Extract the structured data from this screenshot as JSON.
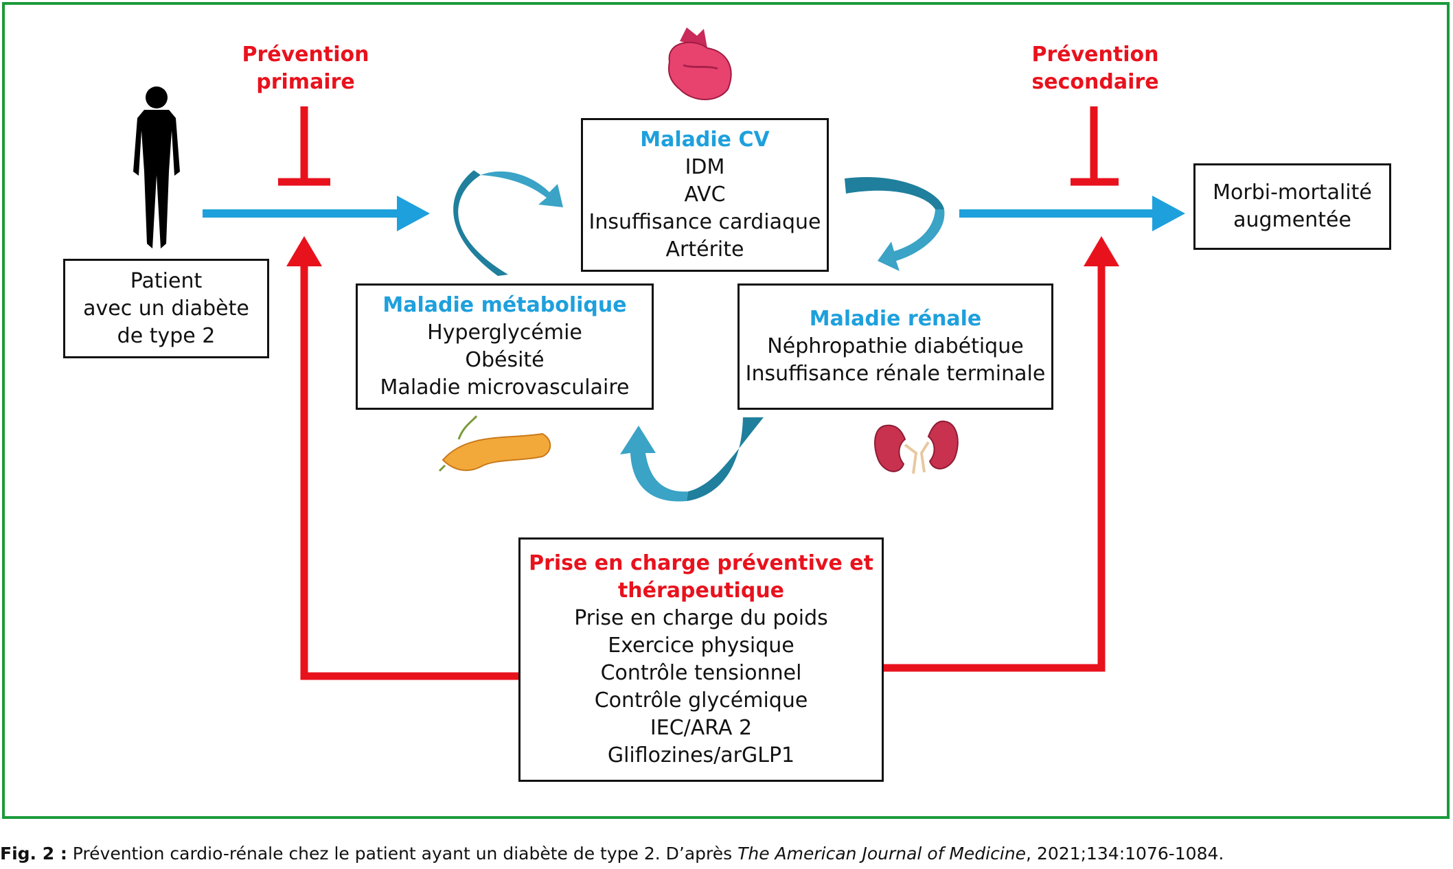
{
  "prevention_primary": [
    "Prévention",
    "primaire"
  ],
  "prevention_secondary": [
    "Prévention",
    "secondaire"
  ],
  "patient": [
    "Patient",
    "avec un diabète",
    "de type 2"
  ],
  "outcome": [
    "Morbi-mortalité",
    "augmentée"
  ],
  "cv": {
    "title": "Maladie CV",
    "items": [
      "IDM",
      "AVC",
      "Insuffisance cardiaque",
      "Artérite"
    ]
  },
  "metabolic": {
    "title": "Maladie métabolique",
    "items": [
      "Hyperglycémie",
      "Obésité",
      "Maladie microvasculaire"
    ]
  },
  "renal": {
    "title": "Maladie rénale",
    "items": [
      "Néphropathie diabétique",
      "Insuffisance rénale terminale"
    ]
  },
  "care": {
    "title": [
      "Prise en charge préventive et",
      "thérapeutique"
    ],
    "items": [
      "Prise en charge du poids",
      "Exercice physique",
      "Contrôle tensionnel",
      "Contrôle glycémique",
      "IEC/ARA 2",
      "Gliflozines/arGLP1"
    ]
  },
  "caption": {
    "fig": "Fig. 2 :",
    "text": " Prévention cardio-rénale chez le patient ayant un diabète de type 2. D’après ",
    "journal": "The American Journal of Medicine",
    "ref": ", 2021;134:1076-1084."
  },
  "colors": {
    "blue_arrow": "#1ea0dc",
    "red_arrow": "#e8121d",
    "teal_cycle": "#1f7f9c",
    "frame": "#1a9a3a"
  }
}
